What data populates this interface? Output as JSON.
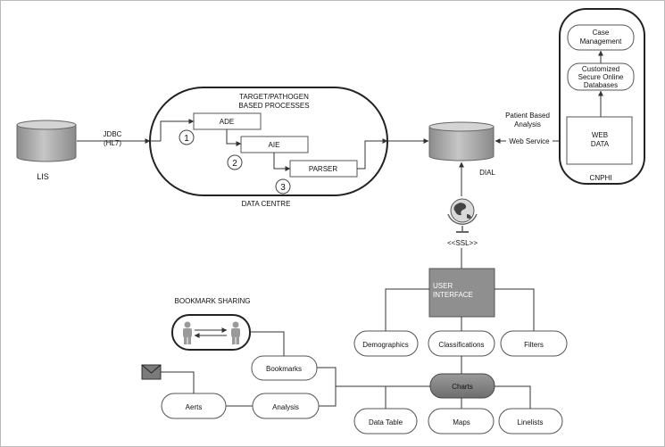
{
  "lis": {
    "label": "LIS"
  },
  "jdbc": {
    "line1": "JDBC",
    "line2": "(HL7)"
  },
  "processes": {
    "title_line1": "TARGET/PATHOGEN",
    "title_line2": "BASED PROCESSES",
    "ade": "ADE",
    "aie": "AIE",
    "parser": "PARSER",
    "step1": "1",
    "step2": "2",
    "step3": "3"
  },
  "data_centre": "DATA CENTRE",
  "dial": "DIAL",
  "ssl": "<<SSL>>",
  "patient_analysis": {
    "line1": "Patient Based",
    "line2": "Analysis"
  },
  "web_service": "Web Service",
  "cnphi": {
    "label": "CNPHI",
    "case_mgmt_line1": "Case",
    "case_mgmt_line2": "Management",
    "cs_line1": "Customized",
    "cs_line2": "Secure Online",
    "cs_line3": "Databases",
    "web_data_line1": "WEB",
    "web_data_line2": "DATA"
  },
  "user_interface": {
    "line1": "USER",
    "line2": "INTERFACE"
  },
  "nodes": {
    "demographics": "Demographics",
    "classifications": "Classifications",
    "filters": "Filters",
    "charts": "Charts",
    "data_table": "Data Table",
    "maps": "Maps",
    "linelists": "Linelists",
    "bookmarks": "Bookmarks",
    "analysis": "Analysis",
    "alerts": "Aerts"
  },
  "bookmark_sharing": "BOOKMARK SHARING"
}
